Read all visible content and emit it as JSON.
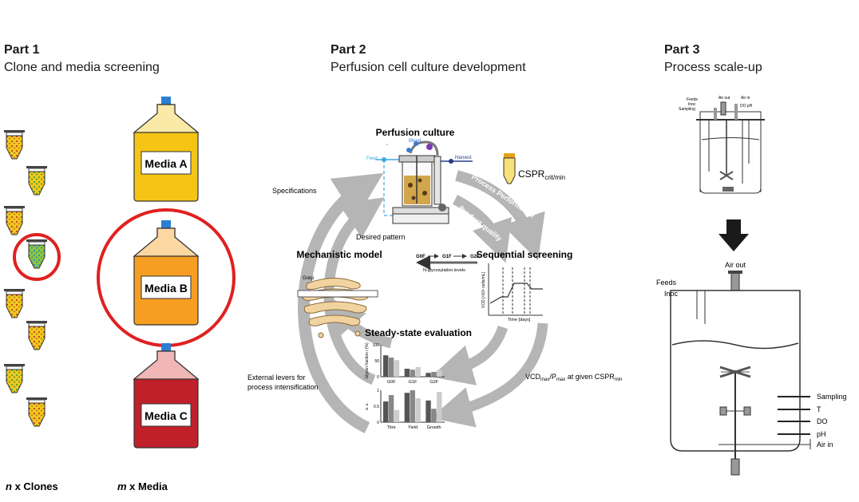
{
  "part1": {
    "title": "Part 1",
    "subtitle": "Clone and media screening",
    "media_labels": [
      "Media A",
      "Media B",
      "Media C"
    ],
    "clones_n": "n",
    "clones_label": " x Clones",
    "media_m": "m",
    "media_label": " x Media"
  },
  "part2": {
    "title": "Part 2",
    "subtitle": "Perfusion cell culture development",
    "perfusion_culture": "Perfusion culture",
    "feed": "Feed",
    "bleed": "Bleed",
    "harvest": "Harvest",
    "cspr_main": "CSPR",
    "cspr_sub": "crit/min",
    "process_performance": "Process Performance",
    "product_quality": "Product quality",
    "specifications": "Specifications",
    "desired_pattern": "Desired pattern",
    "mechanistic_model": "Mechanistic model",
    "golgi": "Golgi",
    "sequential_screening": "Sequential screening",
    "glycan_flow": [
      "G0F",
      "G1F",
      "G2F"
    ],
    "nglyco": "N-glycosylation levels",
    "vcd_axis": "VCD [×10⁶ cells/mL]",
    "time_axis": "Time [days]",
    "steady_state": "Steady-state evaluation",
    "glycan_fraction": "Glycan fraction / (%)",
    "au": "a. u.",
    "vcd_pmax_a": "VCD",
    "vcd_pmax_b": "max",
    "vcd_pmax_c": "/P",
    "vcd_pmax_d": "max",
    "vcd_pmax_e": " at given CSPR",
    "vcd_pmax_f": "min",
    "levers_line1": "External levers for",
    "levers_line2": "process intensification",
    "chart_top": {
      "categories": [
        "G0F",
        "G1F",
        "G2F"
      ],
      "ticks": [
        "100",
        "50",
        "0"
      ],
      "series": [
        {
          "values": [
            67,
            25,
            12
          ],
          "color": "#555555"
        },
        {
          "values": [
            60,
            22,
            15
          ],
          "color": "#888888"
        },
        {
          "values": [
            52,
            30,
            20
          ],
          "color": "#cccccc"
        }
      ],
      "ylim": [
        0,
        100
      ]
    },
    "chart_bottom": {
      "categories": [
        "Titre",
        "Yield",
        "Growth"
      ],
      "ticks": [
        "1",
        "0.5",
        "0"
      ],
      "series": [
        {
          "values": [
            0.65,
            0.92,
            0.68
          ],
          "color": "#555555"
        },
        {
          "values": [
            0.85,
            1.0,
            0.42
          ],
          "color": "#888888"
        },
        {
          "values": [
            0.38,
            0.75,
            0.95
          ],
          "color": "#cccccc"
        }
      ],
      "ylim": [
        0,
        1
      ]
    }
  },
  "part3": {
    "title": "Part 3",
    "subtitle": "Process scale-up",
    "small": {
      "feeds": "Feeds",
      "inoc": "Inoc",
      "sampling": "Sampling",
      "air_out": "Air out",
      "air_in": "Air in",
      "do_ph": "DO pH"
    },
    "big": {
      "air_out": "Air out",
      "feeds": "Feeds",
      "inoc": "Inoc",
      "sampling": "Sampling",
      "t": "T",
      "do": "DO",
      "ph": "pH",
      "air_in": "Air in"
    }
  }
}
